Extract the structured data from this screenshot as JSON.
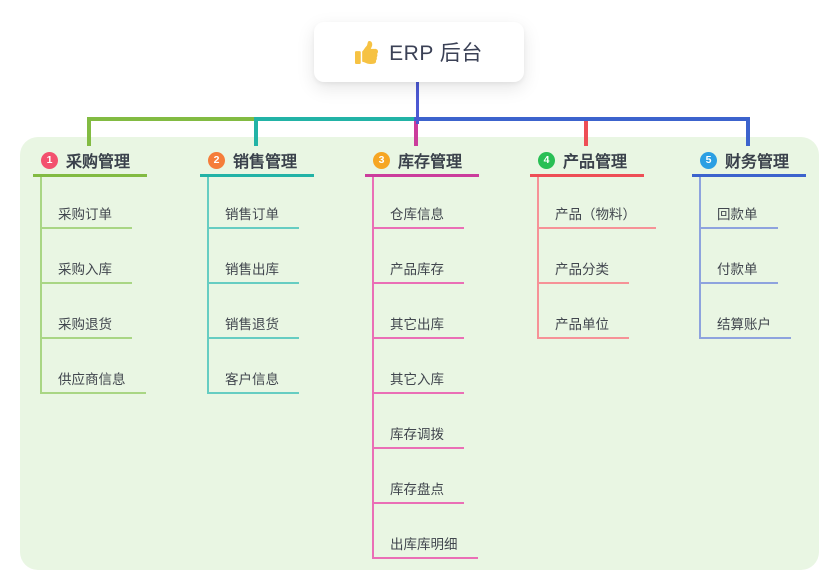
{
  "root": {
    "title": "ERP 后台",
    "icon": "thumbs-up-icon",
    "icon_color": "#f6c243"
  },
  "colors": {
    "panel_bg": "#e9f6e3",
    "root_connector": "#4c59d3",
    "title_text": "#3b4156",
    "node_text": "#41464e"
  },
  "branches": [
    {
      "index": "1",
      "title": "采购管理",
      "badge_color": "#f3516e",
      "line_color": "#82bb42",
      "child_line_color": "#a9d684",
      "children": [
        "采购订单",
        "采购入库",
        "采购退货",
        "供应商信息"
      ]
    },
    {
      "index": "2",
      "title": "销售管理",
      "badge_color": "#f57d3a",
      "line_color": "#22b3a6",
      "child_line_color": "#66cdc2",
      "children": [
        "销售订单",
        "销售出库",
        "销售退货",
        "客户信息"
      ]
    },
    {
      "index": "3",
      "title": "库存管理",
      "badge_color": "#f6a623",
      "line_color": "#cb3d9c",
      "child_line_color": "#ea6fb6",
      "children": [
        "仓库信息",
        "产品库存",
        "其它出库",
        "其它入库",
        "库存调拨",
        "库存盘点",
        "出库库明细"
      ]
    },
    {
      "index": "4",
      "title": "产品管理",
      "badge_color": "#29bf55",
      "line_color": "#ee4e56",
      "child_line_color": "#f69297",
      "children": [
        "产品（物料）",
        "产品分类",
        "产品单位"
      ]
    },
    {
      "index": "5",
      "title": "财务管理",
      "badge_color": "#2b9fe3",
      "line_color": "#3c63cd",
      "child_line_color": "#8ea3de",
      "children": [
        "回款单",
        "付款单",
        "结算账户"
      ]
    }
  ]
}
